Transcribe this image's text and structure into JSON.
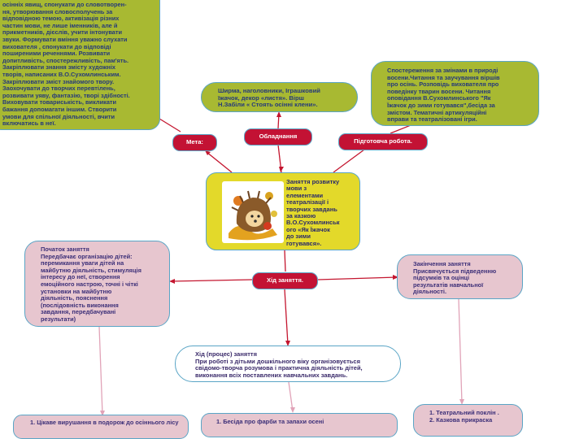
{
  "colors": {
    "link": "#c4162f",
    "link_pink": "#e1a3b8",
    "olive": "#a8b932",
    "yellow": "#e3d92a",
    "pink": "#e7c6cf",
    "label": "#c31234",
    "border": "#5aa5c6"
  },
  "central": {
    "text": "Заняття розвитку\nмови з\nелементами\nтеатралізації і\nтворчих завдань\nза казкою\nВ.О.Сухомлинськ\nого «Як Їжачок\nдо зими\nготувався».",
    "image": "hedgehog-illustration"
  },
  "labels": {
    "meta": "Мета:",
    "obladnannia": "Обладнання",
    "pidgotovcha": "Підготовча робота.",
    "khid": "Хід заняття."
  },
  "nodes": {
    "meta_text": "осінніх явищ, спонукати до словотворен-\nня, утворювання словосполучень за\nвідповідною темою, активізація різних\nчастин мови, не лише іменників, але й\nприкметників, дієслів, учити інтонувати\nзвуки. Формувати вміння уважно слухати\nвихователя  , спонукати до відповіді\nпоширеними реченнями. Розвивати\nдопитливість, спостережливість, пам'ять.\nЗакріплювати знання змісту художніх\nтворів, написаних В.О.Сухомлинським.\nЗакріплювати зміст знайомого твору.\nЗаохочувати до творчих перевтілень,\nрозвивати уяву, фантазію, творі здібності.\nВиховувати товариськість, викликати\nбажання допомагати іншим. Створити\nумови для спільної діяльності, вчити\nвключатись в неї.",
    "obladnannia_text": "Ширма, наголовники, Іграшковий\nїжачок, декор «листя». Вірш\nН.Забіли « Стоять осінні клени».",
    "pidgotovcha_text": "Спостереження за змінами  в природі\nвосени.Читання та заучування віршів\nпро осінь. Розповідь вихователя про\nповедінку тварин восени. Читання\nоповідання В.Сухомлинського \"Як\nЇжачок до зими готувався\",бесіда за\nзмістом.        Тематичні артикуляційні\nвправи та театралізовані ігри.",
    "pochatok_text": "Початок заняття\nПередбачає організацію дітей:\nперемикання уваги дітей на\nмайбутню діяльність, стимуляція\nінтересу до неї, створення\nемоційного настрою, точні і чіткі\nустановки на майбутню\nдіяльність, пояснення\n(послідовність виконання\nзавдання, передбачувані\nрезультати)",
    "zakinchennia_text": "Закінчення  заняття\nПрисвячується підведенню\nпідсумків та оцінці\nрезультатів навчальної\nдіяльності.",
    "protses_text": "Хід (процес) заняття\n При роботі з дітьми дошкільного віку організовується\nсвідомо-творча розумова і практична діяльність дітей,\nвиконання всіх поставлених навчальних завдань.",
    "bottom_left_text": "1. Цікаве вирушання в подорож до осіннього лісу",
    "bottom_mid_text": "1. Бесіда про фарби та запахи осені",
    "bottom_right_text": "1. Театральний поклін .\n2. Казкова прикраска"
  }
}
